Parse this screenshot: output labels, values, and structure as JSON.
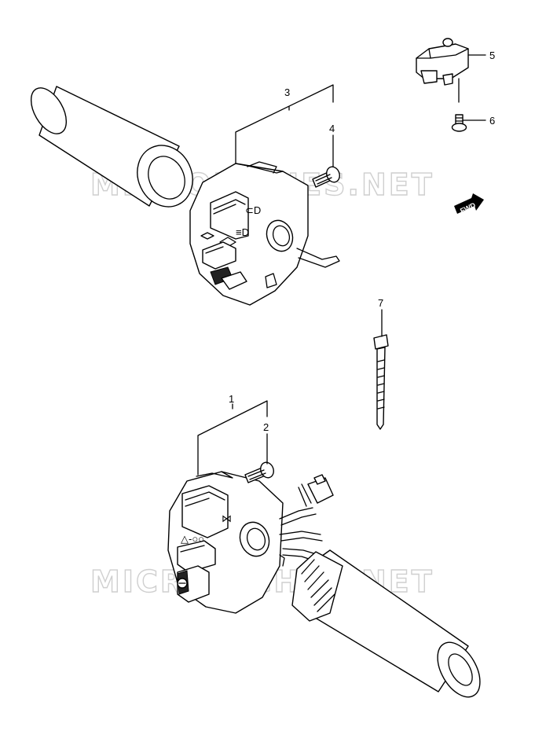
{
  "watermark": {
    "text": "MICROFICHES.NET"
  },
  "direction_badge": {
    "label": "FWD"
  },
  "parts": [
    {
      "number": "1",
      "name": "left-handlebar-switch-box"
    },
    {
      "number": "2",
      "name": "screw"
    },
    {
      "number": "3",
      "name": "right-handlebar-switch-box"
    },
    {
      "number": "4",
      "name": "screw"
    },
    {
      "number": "5",
      "name": "switch-unit"
    },
    {
      "number": "6",
      "name": "screw"
    },
    {
      "number": "7",
      "name": "cable-tie"
    }
  ]
}
